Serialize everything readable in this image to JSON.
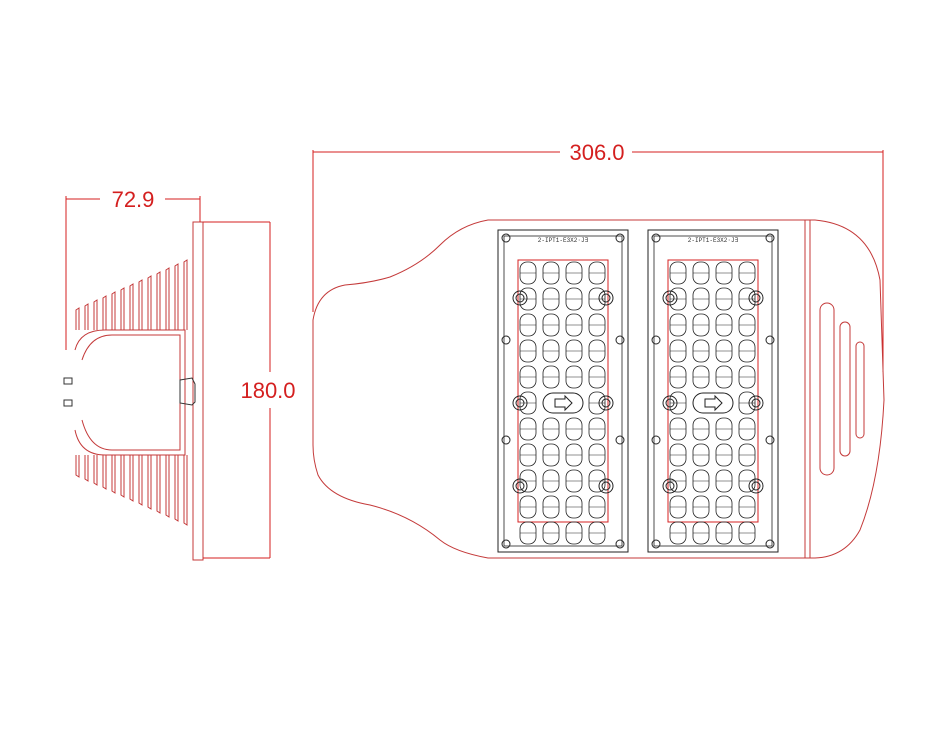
{
  "dimensions": {
    "depth_label": "72.9",
    "height_label": "180.0",
    "length_label": "306.0"
  },
  "module_labels": {
    "left": "2-IPT1-E3X2·J∃",
    "right": "2-IPT1-E3X2·J∃"
  },
  "colors": {
    "dimension": "#d41f1f",
    "outline": "#c43a3a",
    "module": "#222222",
    "highlight": "#d42020"
  }
}
